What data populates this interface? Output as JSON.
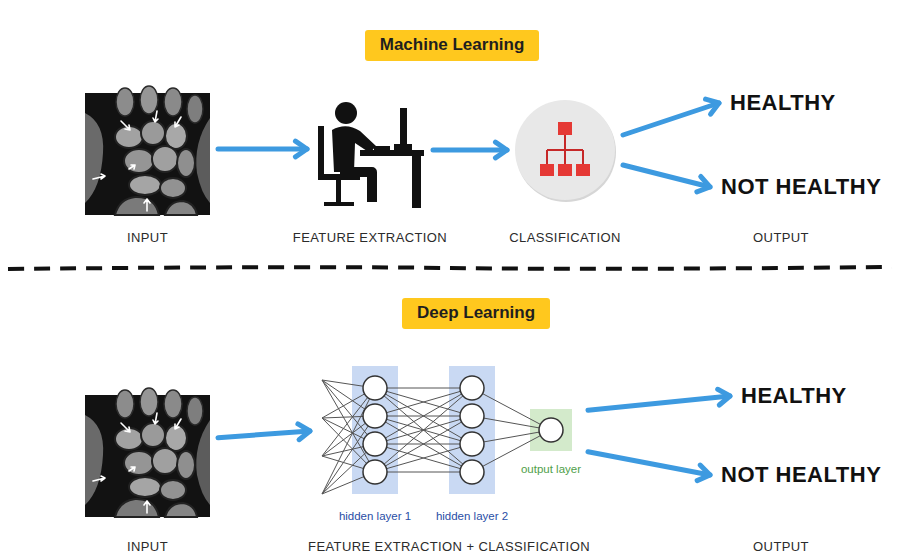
{
  "diagram": {
    "nodes": [
      {
        "text": [
          "Machine Learning"
        ]
      },
      {
        "text": [
          "INPUT"
        ]
      },
      {
        "text": [
          "FEATURE EXTRACTION"
        ]
      },
      {
        "text": [
          "CLASSIFICATION"
        ]
      },
      {
        "text": [
          "OUTPUT"
        ]
      },
      {
        "text": [
          "HEALTHY"
        ],
        "in": 4
      },
      {
        "text": [
          "NOT HEALTHY"
        ],
        "in": 4
      },
      {
        "text": [
          "Deep Learning"
        ]
      },
      {
        "text": [
          "INPUT"
        ]
      },
      {
        "text": [
          "FEATURE EXTRACTION + CLASSIFICATION"
        ]
      },
      {
        "text": [
          "hidden layer 1"
        ],
        "in": 9
      },
      {
        "text": [
          "hidden layer 2"
        ],
        "in": 9
      },
      {
        "text": [
          "output layer"
        ],
        "in": 9
      },
      {
        "text": [
          "OUTPUT"
        ]
      },
      {
        "text": [
          "HEALTHY"
        ],
        "in": 13
      },
      {
        "text": [
          "NOT HEALTHY"
        ],
        "in": 13
      }
    ],
    "edges": [
      {
        "from": 1,
        "to": 2,
        "arrow": "to"
      },
      {
        "from": 2,
        "to": 3,
        "arrow": "to"
      },
      {
        "from": 3,
        "to": 5,
        "arrow": "to"
      },
      {
        "from": 3,
        "to": 6,
        "arrow": "to"
      },
      {
        "from": 8,
        "to": 9,
        "arrow": "to"
      },
      {
        "from": 9,
        "to": 14,
        "arrow": "to"
      },
      {
        "from": 9,
        "to": 15,
        "arrow": "to"
      }
    ]
  }
}
